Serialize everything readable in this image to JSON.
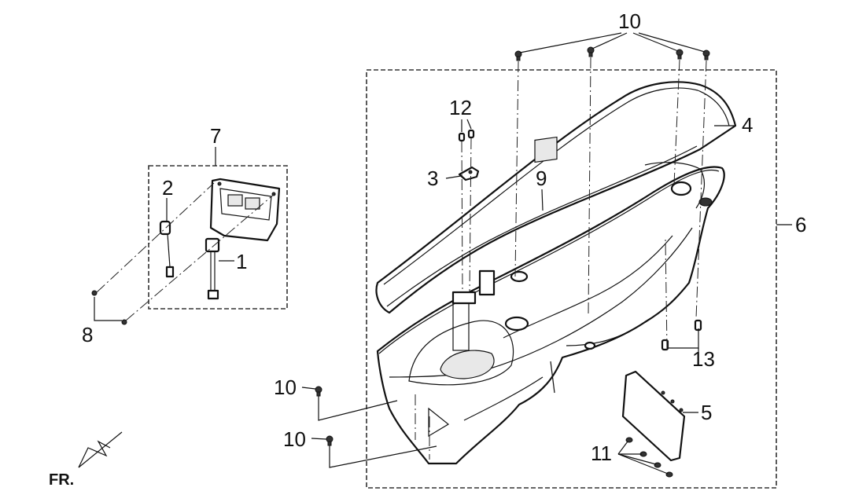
{
  "callouts": {
    "c1": "1",
    "c2": "2",
    "c3": "3",
    "c4": "4",
    "c5": "5",
    "c6": "6",
    "c7": "7",
    "c8": "8",
    "c9": "9",
    "c10_top": "10",
    "c10_left_upper": "10",
    "c10_left_lower": "10",
    "c11": "11",
    "c12": "12",
    "c13": "13"
  },
  "front_marker": "FR."
}
